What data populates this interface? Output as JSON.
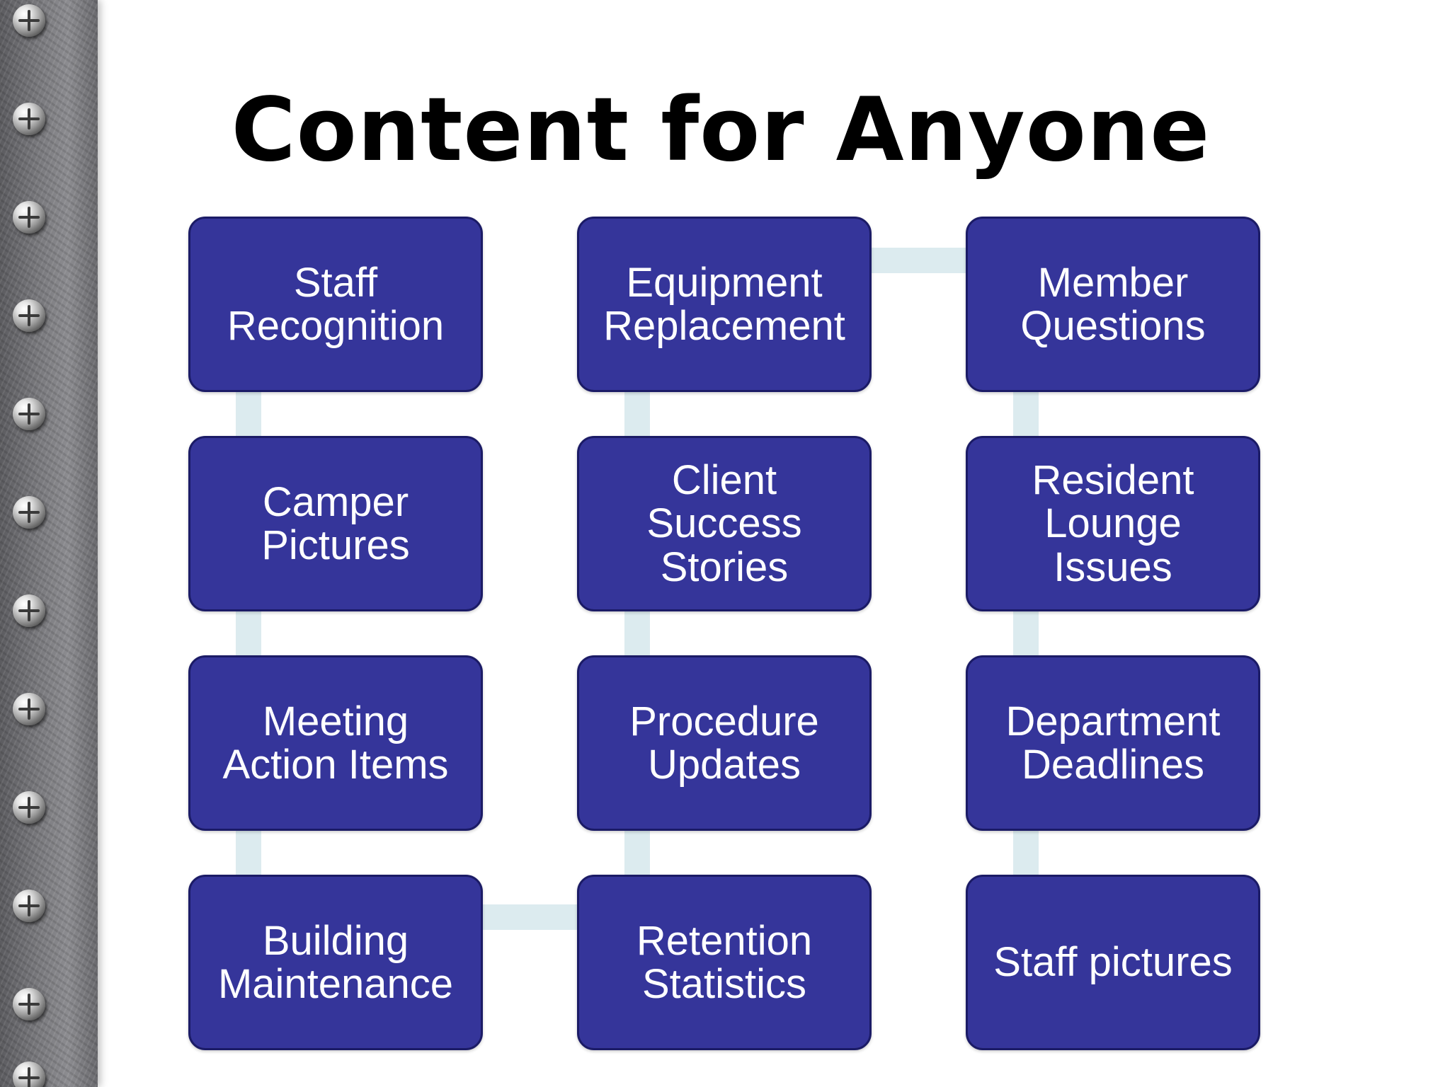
{
  "title": "Content for Anyone",
  "colors": {
    "box_fill": "#35359a",
    "box_border": "#1b1b66",
    "connector": "#dcebef",
    "text": "#ffffff",
    "title": "#000000"
  },
  "columns": [
    {
      "items": [
        {
          "label": "Staff\nRecognition"
        },
        {
          "label": "Camper\nPictures"
        },
        {
          "label": "Meeting\nAction Items"
        },
        {
          "label": "Building\nMaintenance"
        }
      ]
    },
    {
      "items": [
        {
          "label": "Equipment\nReplacement"
        },
        {
          "label": "Client\nSuccess\nStories"
        },
        {
          "label": "Procedure\nUpdates"
        },
        {
          "label": "Retention\nStatistics"
        }
      ]
    },
    {
      "items": [
        {
          "label": "Member\nQuestions"
        },
        {
          "label": "Resident\nLounge\nIssues"
        },
        {
          "label": "Department\nDeadlines"
        },
        {
          "label": "Staff pictures"
        }
      ]
    }
  ]
}
